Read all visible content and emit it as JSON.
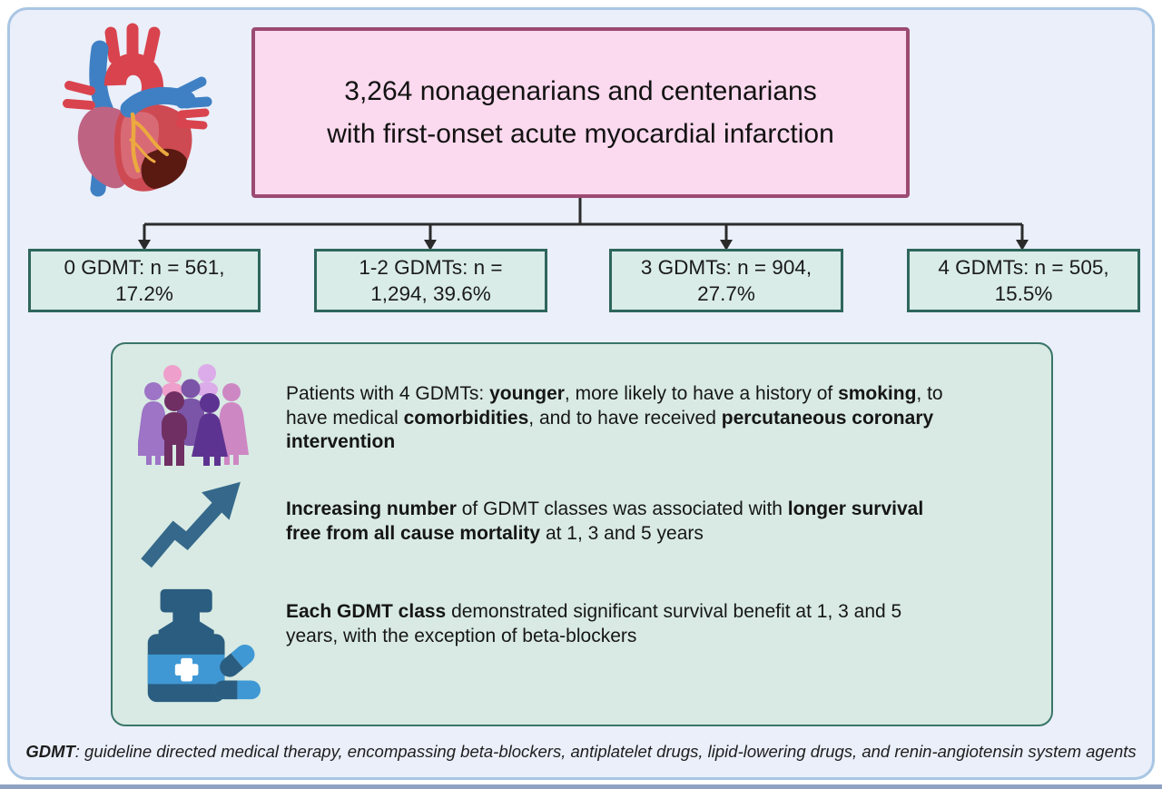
{
  "figure": {
    "hero_icon": "anatomical-heart-illustration",
    "title": {
      "line1": "3,264 nonagenarians and centenarians",
      "line2": "with first-onset acute myocardial infarction"
    },
    "cohort_boxes": [
      {
        "line1": "0 GDMT: n = 561,",
        "line2": "17.2%"
      },
      {
        "line1": "1-2 GDMTs: n =",
        "line2": "1,294, 39.6%"
      },
      {
        "line1": "3 GDMTs: n = 904,",
        "line2": "27.7%"
      },
      {
        "line1": "4 GDMTs: n = 505,",
        "line2": "15.5%"
      }
    ],
    "findings": [
      {
        "icon": "crowd-icon",
        "segments": [
          {
            "text": "Patients with 4 GDMTs: "
          },
          {
            "text": "younger",
            "bold": true
          },
          {
            "text": ", more likely to have a history of "
          },
          {
            "text": "smoking",
            "bold": true
          },
          {
            "text": ", to have medical "
          },
          {
            "text": "comorbidities",
            "bold": true
          },
          {
            "text": ", and to have received "
          },
          {
            "text": "percutaneous coronary intervention",
            "bold": true
          }
        ]
      },
      {
        "icon": "trend-up-icon",
        "segments": [
          {
            "text": "Increasing number",
            "bold": true
          },
          {
            "text": " of GDMT classes was associated with "
          },
          {
            "text": "longer survival free from all cause mortality",
            "bold": true
          },
          {
            "text": " at 1, 3 and 5 years"
          }
        ]
      },
      {
        "icon": "medication-icon",
        "segments": [
          {
            "text": "Each GDMT class",
            "bold": true
          },
          {
            "text": " demonstrated significant survival benefit at 1, 3 and 5 years, with the exception of beta-blockers"
          }
        ]
      }
    ],
    "footnote": {
      "term": "GDMT",
      "text": ": guideline directed medical therapy, encompassing beta-blockers, antiplatelet drugs, lipid-lowering drugs, and renin-angiotensin system agents"
    }
  },
  "colors": {
    "canvas_border": "#a9c6e4",
    "canvas_bg": "#eaeffa",
    "title_box_bg": "#fbd9ee",
    "title_box_border": "#9c4a72",
    "cohort_box_bg": "#d9ece8",
    "cohort_box_border": "#2e665c",
    "summary_bg": "#d8eae3",
    "summary_border": "#3a7568",
    "connector": "#2b2b2b",
    "bottom_band": "#8fa2c4",
    "arrow_icon": "#35688a",
    "bottle_dark": "#2b5d80",
    "bottle_light": "#3f98d4"
  }
}
